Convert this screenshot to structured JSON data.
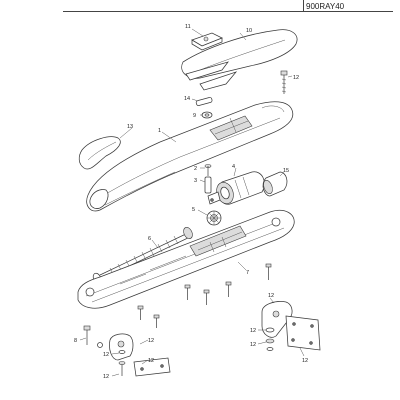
{
  "header": {
    "code": "900RAY40"
  },
  "callouts": {
    "c1": "1",
    "c2": "2",
    "c3": "3",
    "c4": "4",
    "c5": "5",
    "c6": "6",
    "c7": "7",
    "c8": "8",
    "c9": "9",
    "c10": "10",
    "c11": "11",
    "c12": "12",
    "c13": "13",
    "c14": "14",
    "c15": "15"
  }
}
